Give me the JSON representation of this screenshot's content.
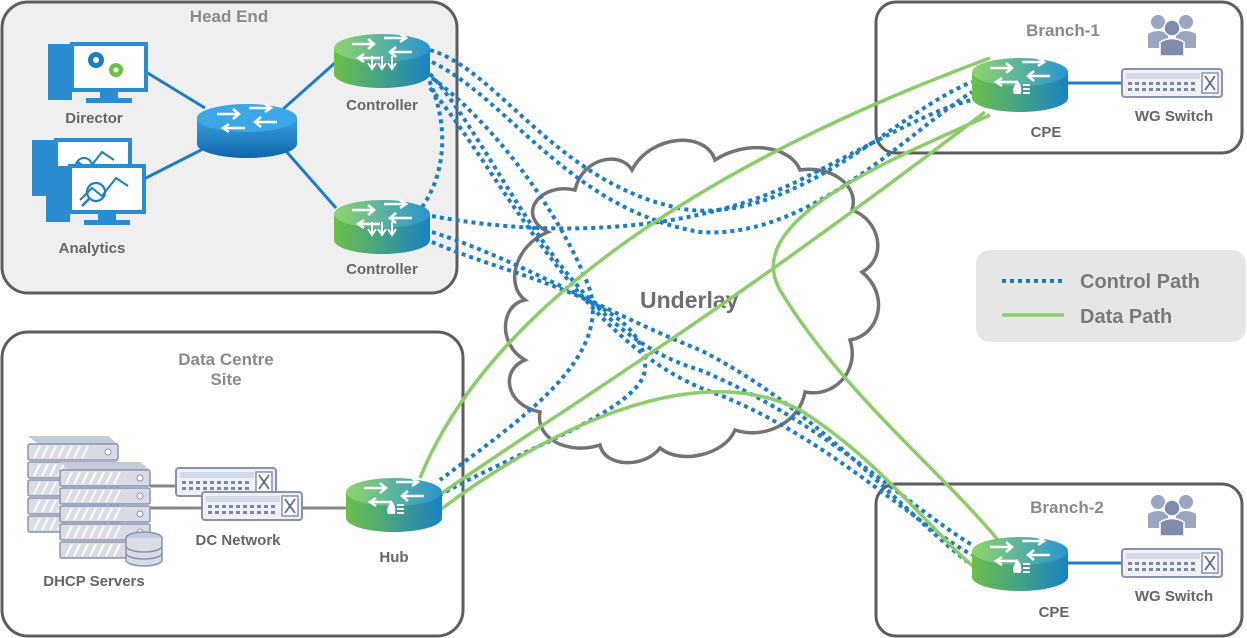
{
  "zones": {
    "head_end": "Head End",
    "data_centre": [
      "Data Centre",
      "Site"
    ],
    "branch1": "Branch-1",
    "branch2": "Branch-2"
  },
  "devices": {
    "director": "Director",
    "analytics": "Analytics",
    "controller": "Controller",
    "dc_network": "DC Network",
    "dhcp_servers": "DHCP Servers",
    "hub": "Hub",
    "cpe": "CPE",
    "wg_switch": "WG Switch"
  },
  "cloud_label": "Underlay",
  "legend": {
    "control": "Control Path",
    "data": "Data Path"
  },
  "colors": {
    "control_path": "#1e7dc2",
    "data_path": "#8ccc6a",
    "router_green": "#6cc04a",
    "router_blue": "#1e7dc2"
  }
}
